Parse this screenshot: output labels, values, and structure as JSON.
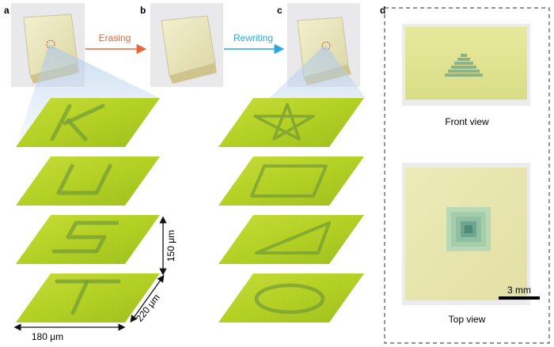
{
  "panels": {
    "a": "a",
    "b": "b",
    "c": "c",
    "d": "d"
  },
  "arrows": {
    "erase": "Erasing",
    "rewrite": "Rewriting"
  },
  "colors": {
    "erase_arrow": "#e8663a",
    "rewrite_arrow": "#2aa9e0",
    "slab": "#b5d325",
    "slab_dark": "#8fb21b",
    "pattern": "#6f9a3a"
  },
  "column_a_patterns": [
    "K",
    "U",
    "S",
    "T"
  ],
  "column_c_patterns": [
    "star",
    "square",
    "triangle",
    "circle"
  ],
  "dimensions": {
    "height": "150 μm",
    "depth": "220 μm",
    "width": "180 μm"
  },
  "panel_d": {
    "front_caption": "Front view",
    "top_caption": "Top view",
    "scale_bar": "3 mm"
  }
}
